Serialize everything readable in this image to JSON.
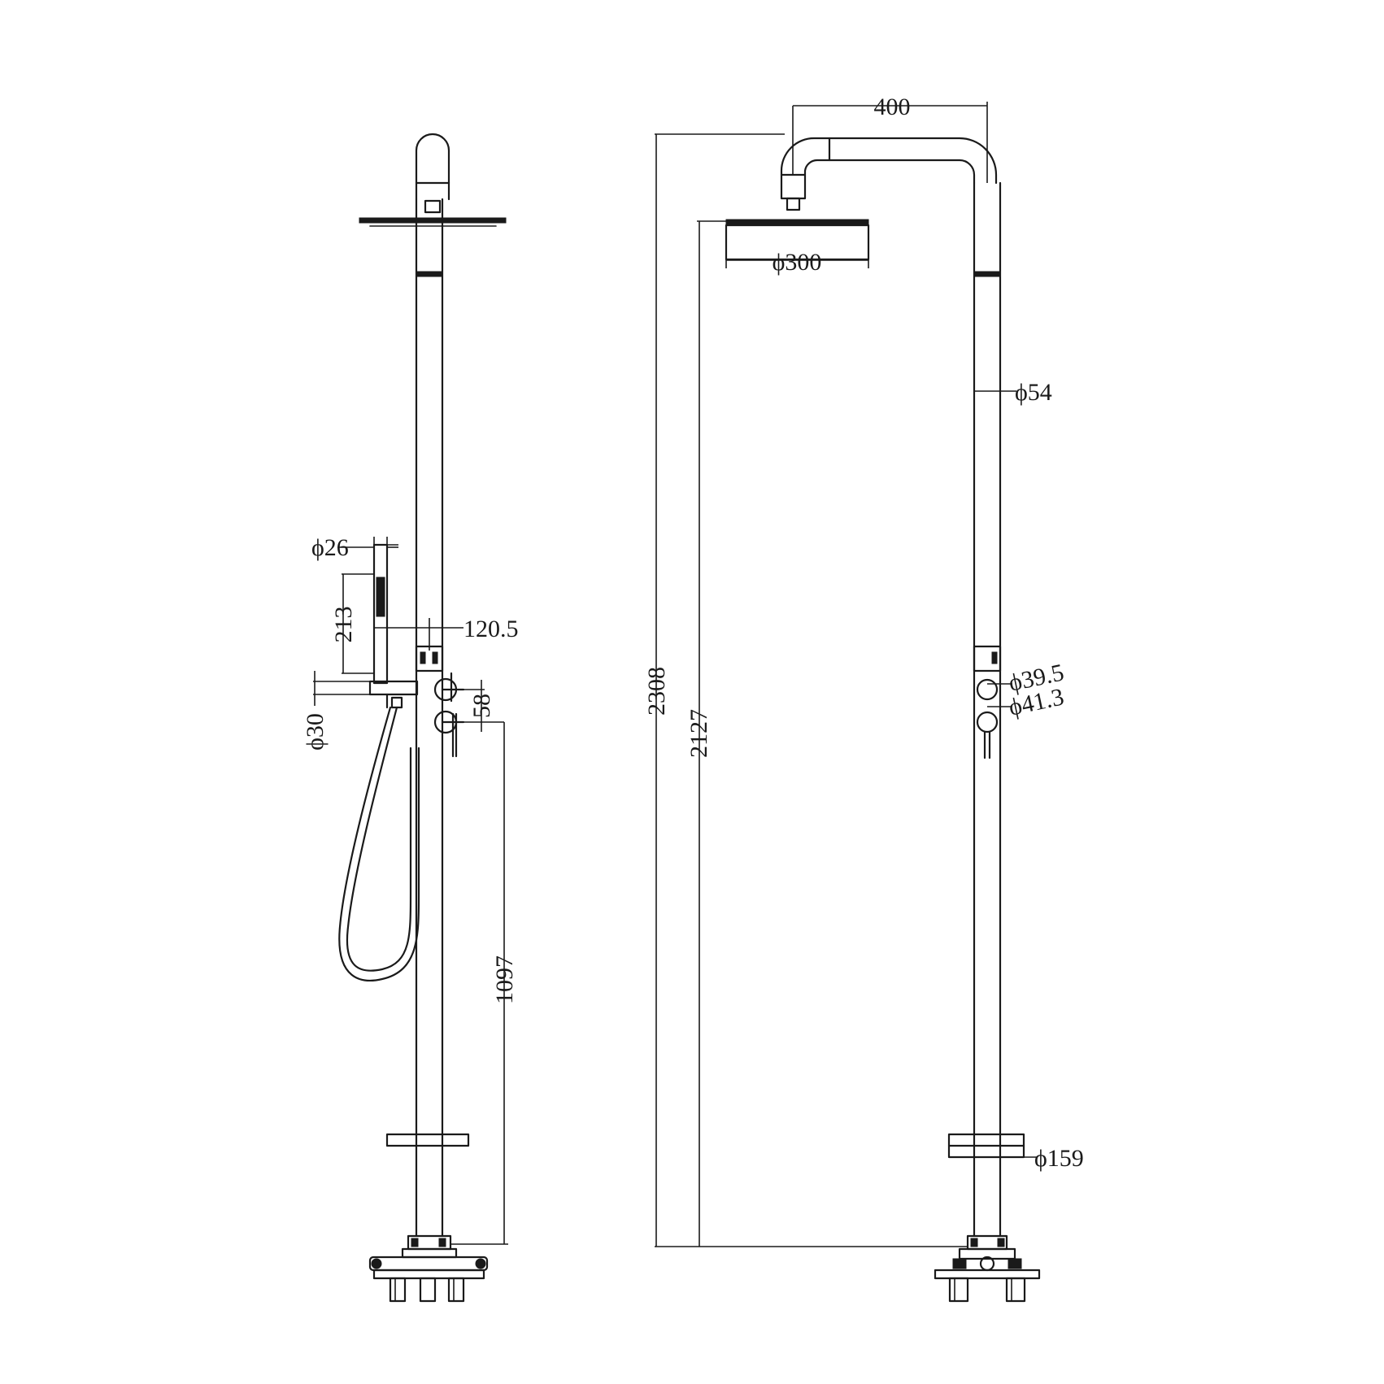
{
  "diagram": {
    "background_color": "#ffffff",
    "line_color": "#1a1a1a",
    "views": [
      {
        "view": "side",
        "name": "side-elevation"
      },
      {
        "view": "front",
        "name": "front-elevation"
      }
    ],
    "dimensions": {
      "arm_length": "400",
      "overall_height": "2308",
      "head_height": "2127",
      "head_diameter": "ϕ300",
      "column_diameter": "ϕ54",
      "handpiece_diameter": "ϕ26",
      "handpiece_length": "213",
      "bracket_projection": "120.5",
      "holder_diameter": "ϕ30",
      "valve_spacing": "58",
      "mixer_height": "1097",
      "handle_top_diameter": "ϕ39.5",
      "handle_bottom_diameter": "ϕ41.3",
      "shelf_diameter": "ϕ159"
    }
  }
}
